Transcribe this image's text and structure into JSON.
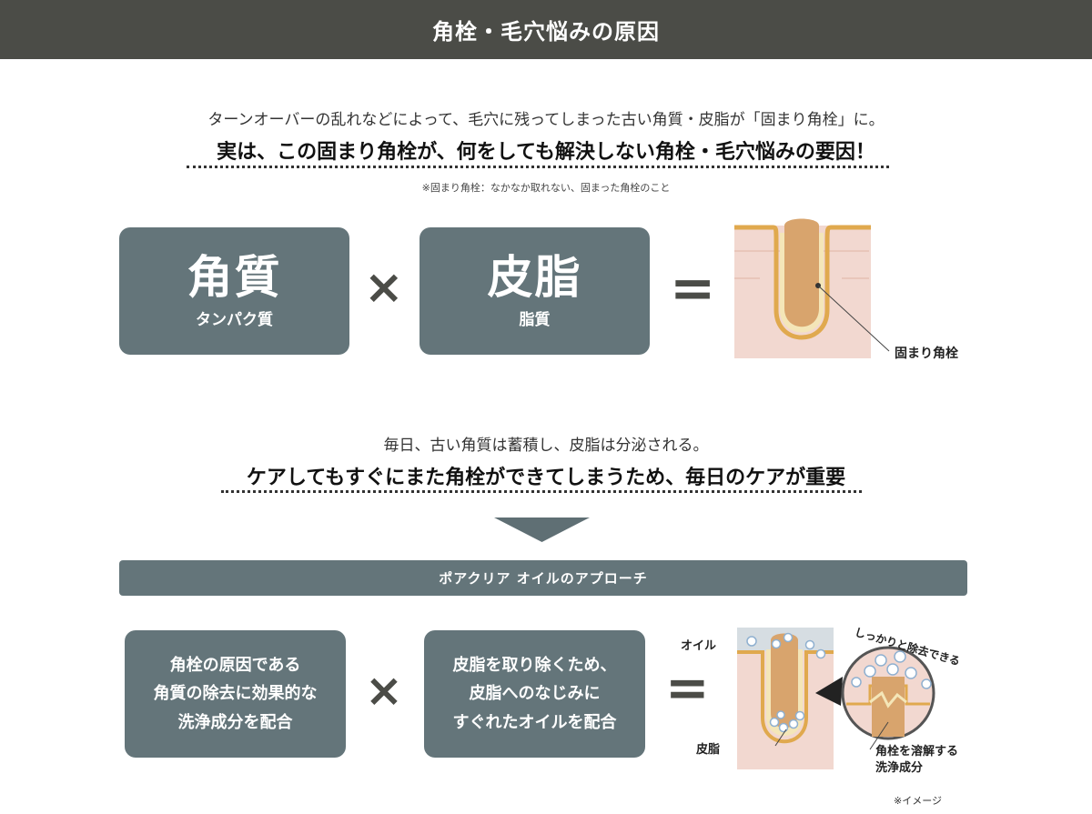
{
  "header": {
    "title": "角栓・毛穴悩みの原因"
  },
  "section1": {
    "lead": "ターンオーバーの乱れなどによって、毛穴に残ってしまった古い角質・皮脂が「固まり角栓」に。",
    "highlight": "実は、この固まり角栓が、何をしても解決しない角栓・毛穴悩みの要因！",
    "note": "※固まり角栓：なかなか取れない、固まった角栓のこと",
    "card_keratin": {
      "title": "角質",
      "subtitle": "タンパク質"
    },
    "card_sebum": {
      "title": "皮脂",
      "subtitle": "脂質"
    },
    "times": "×",
    "equals": "=",
    "pore_label": "固まり角栓"
  },
  "section2": {
    "lead": "毎日、古い角質は蓄積し、皮脂は分泌される。",
    "highlight": "ケアしてもすぐにまた角栓ができてしまうため、毎日のケアが重要"
  },
  "approach": {
    "banner": "ポアクリア オイルのアプローチ",
    "card1_lines": [
      "角栓の原因である",
      "角質の除去に効果的な",
      "洗浄成分を配合"
    ],
    "card2_lines": [
      "皮脂を取り除くため、",
      "皮脂へのなじみに",
      "すぐれたオイルを配合"
    ],
    "times": "×",
    "equals": "=",
    "label_oil": "オイル",
    "label_sebum": "皮脂",
    "label_removal": "しっかりと除去できる",
    "label_dissolve_lines": [
      "角栓を溶解する",
      "洗浄成分"
    ],
    "image_note": "※イメージ"
  },
  "colors": {
    "header_bg": "#4b4c47",
    "card_bg": "#64757a",
    "skin_pink": "#f2d8d0",
    "plug_tan": "#d7a872",
    "pore_yellow": "#f1e2b4"
  }
}
